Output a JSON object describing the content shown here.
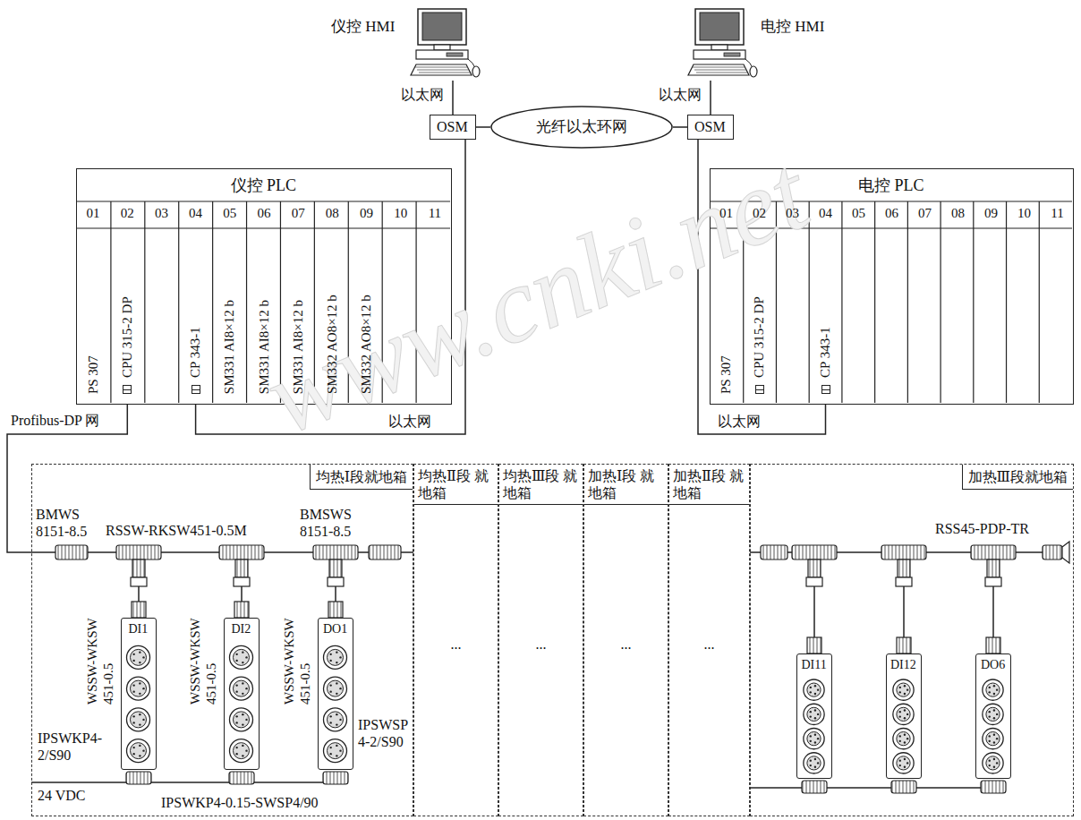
{
  "diagram": {
    "nodes": [
      {
        "text": [
          "仪控 HMI"
        ]
      },
      {
        "text": [
          "电控 HMI"
        ]
      },
      {
        "text": [
          "OSM"
        ]
      },
      {
        "text": [
          "光纤以太环网"
        ]
      },
      {
        "text": [
          "OSM"
        ]
      },
      {
        "text": [
          "仪控 PLC"
        ]
      },
      {
        "text": [
          "PS 307"
        ],
        "in": 5
      },
      {
        "text": [
          "CPU 315-2 DP"
        ],
        "in": 5
      },
      {
        "text": [
          "CP 343-1"
        ],
        "in": 5
      },
      {
        "text": [
          "SM331 AI8×12 b"
        ],
        "in": 5
      },
      {
        "text": [
          "SM331 AI8×12 b"
        ],
        "in": 5
      },
      {
        "text": [
          "SM331 AI8×12 b"
        ],
        "in": 5
      },
      {
        "text": [
          "SM332 AO8×12 b"
        ],
        "in": 5
      },
      {
        "text": [
          "SM332 AO8×12 b"
        ],
        "in": 5
      },
      {
        "text": [
          "电控 PLC"
        ]
      },
      {
        "text": [
          "PS 307"
        ],
        "in": 14
      },
      {
        "text": [
          "CPU 315-2 DP"
        ],
        "in": 14
      },
      {
        "text": [
          "CP 343-1"
        ],
        "in": 14
      },
      {
        "text": [
          "均热Ⅰ段就地箱"
        ]
      },
      {
        "text": [
          "DI1"
        ],
        "in": 18
      },
      {
        "text": [
          "DI2"
        ],
        "in": 18
      },
      {
        "text": [
          "DO1"
        ],
        "in": 18
      },
      {
        "text": [
          "均热Ⅱ段 就地箱"
        ]
      },
      {
        "text": [
          "均热Ⅲ段 就地箱"
        ]
      },
      {
        "text": [
          "加热Ⅰ段 就地箱"
        ]
      },
      {
        "text": [
          "加热Ⅱ段 就地箱"
        ]
      },
      {
        "text": [
          "加热Ⅲ段就地箱"
        ]
      },
      {
        "text": [
          "DI11"
        ],
        "in": 26
      },
      {
        "text": [
          "DI12"
        ],
        "in": 26
      },
      {
        "text": [
          "DO6"
        ],
        "in": 26
      }
    ],
    "edges": [
      {
        "from": 0,
        "to": 2,
        "arrow": "none",
        "label": "以太网"
      },
      {
        "from": 1,
        "to": 4,
        "arrow": "none",
        "label": "以太网"
      },
      {
        "from": 2,
        "to": 3,
        "arrow": "none"
      },
      {
        "from": 3,
        "to": 4,
        "arrow": "none"
      },
      {
        "from": 8,
        "to": 2,
        "arrow": "none",
        "label": "以太网"
      },
      {
        "from": 17,
        "to": 4,
        "arrow": "none",
        "label": "以太网"
      },
      {
        "from": 7,
        "to": 18,
        "arrow": "none",
        "label": "Profibus-DP 网"
      }
    ],
    "labels": [
      "01",
      "02",
      "03",
      "04",
      "05",
      "06",
      "07",
      "08",
      "09",
      "10",
      "11",
      "01",
      "02",
      "03",
      "04",
      "05",
      "06",
      "07",
      "08",
      "09",
      "10",
      "11",
      "BMWS 8151-8.5",
      "RSSW-RKSW451-0.5M",
      "BMSWS 8151-8.5",
      "WSSW-WKSW 451-0.5",
      "WSSW-WKSW 451-0.5",
      "WSSW-WKSW 451-0.5",
      "IPSWKP4-2/S90",
      "IPSWSP 4-2/S90",
      "24 VDC",
      "IPSWKP4-0.15-SWSP4/90",
      "...",
      "...",
      "...",
      "...",
      "RSS45-PDP-TR",
      "www.cnki.net"
    ]
  }
}
